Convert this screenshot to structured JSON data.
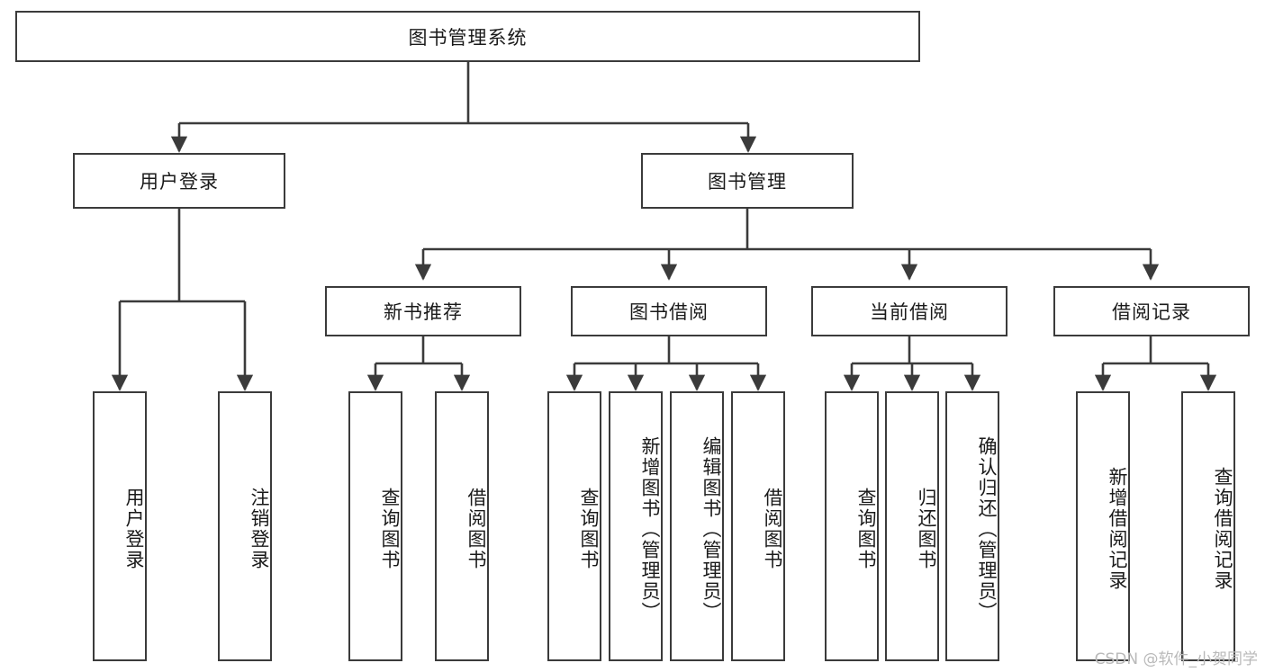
{
  "diagram": {
    "type": "tree-hierarchy",
    "title": "图书管理系统",
    "watermark": "CSDN @软件_小贺同学",
    "stroke_color": "#3b3b3b",
    "fill_color": "#ffffff",
    "text_color": "#1a1a1a",
    "nodes": {
      "root": {
        "label": "图书管理系统",
        "level": 1,
        "orientation": "horizontal"
      },
      "l2": [
        {
          "id": "user-login",
          "label": "用户登录",
          "level": 2,
          "orientation": "horizontal"
        },
        {
          "id": "book-manage",
          "label": "图书管理",
          "level": 2,
          "orientation": "horizontal"
        }
      ],
      "l3": [
        {
          "id": "new-book-recommend",
          "label": "新书推荐",
          "level": 3,
          "orientation": "horizontal"
        },
        {
          "id": "book-borrow",
          "label": "图书借阅",
          "level": 3,
          "orientation": "horizontal"
        },
        {
          "id": "current-borrow",
          "label": "当前借阅",
          "level": 3,
          "orientation": "horizontal"
        },
        {
          "id": "borrow-record",
          "label": "借阅记录",
          "level": 3,
          "orientation": "horizontal"
        }
      ],
      "leaves": [
        {
          "id": "leaf-user-login",
          "label": "用户登录",
          "parent": "user-login",
          "orientation": "vertical"
        },
        {
          "id": "leaf-user-logout",
          "label": "注销登录",
          "parent": "user-login",
          "orientation": "vertical"
        },
        {
          "id": "leaf-query-book-1",
          "label": "查询图书",
          "parent": "new-book-recommend",
          "orientation": "vertical"
        },
        {
          "id": "leaf-borrow-book-1",
          "label": "借阅图书",
          "parent": "new-book-recommend",
          "orientation": "vertical"
        },
        {
          "id": "leaf-query-book-2",
          "label": "查询图书",
          "parent": "book-borrow",
          "orientation": "vertical"
        },
        {
          "id": "leaf-add-book",
          "label": "新增图书（管理员）",
          "parent": "book-borrow",
          "orientation": "vertical"
        },
        {
          "id": "leaf-edit-book",
          "label": "编辑图书（管理员）",
          "parent": "book-borrow",
          "orientation": "vertical"
        },
        {
          "id": "leaf-borrow-book-2",
          "label": "借阅图书",
          "parent": "book-borrow",
          "orientation": "vertical"
        },
        {
          "id": "leaf-query-book-3",
          "label": "查询图书",
          "parent": "current-borrow",
          "orientation": "vertical"
        },
        {
          "id": "leaf-return-book",
          "label": "归还图书",
          "parent": "current-borrow",
          "orientation": "vertical"
        },
        {
          "id": "leaf-confirm-return",
          "label": "确认归还（管理员）",
          "parent": "current-borrow",
          "orientation": "vertical"
        },
        {
          "id": "leaf-add-record",
          "label": "新增借阅记录",
          "parent": "borrow-record",
          "orientation": "vertical"
        },
        {
          "id": "leaf-query-record",
          "label": "查询借阅记录",
          "parent": "borrow-record",
          "orientation": "vertical"
        }
      ]
    },
    "edges": [
      {
        "from": "图书管理系统",
        "to": "用户登录"
      },
      {
        "from": "图书管理系统",
        "to": "图书管理"
      },
      {
        "from": "用户登录",
        "to": "用户登录"
      },
      {
        "from": "用户登录",
        "to": "注销登录"
      },
      {
        "from": "图书管理",
        "to": "新书推荐"
      },
      {
        "from": "图书管理",
        "to": "图书借阅"
      },
      {
        "from": "图书管理",
        "to": "当前借阅"
      },
      {
        "from": "图书管理",
        "to": "借阅记录"
      },
      {
        "from": "新书推荐",
        "to": "查询图书"
      },
      {
        "from": "新书推荐",
        "to": "借阅图书"
      },
      {
        "from": "图书借阅",
        "to": "查询图书"
      },
      {
        "from": "图书借阅",
        "to": "新增图书（管理员）"
      },
      {
        "from": "图书借阅",
        "to": "编辑图书（管理员）"
      },
      {
        "from": "图书借阅",
        "to": "借阅图书"
      },
      {
        "from": "当前借阅",
        "to": "查询图书"
      },
      {
        "from": "当前借阅",
        "to": "归还图书"
      },
      {
        "from": "当前借阅",
        "to": "确认归还（管理员）"
      },
      {
        "from": "借阅记录",
        "to": "新增借阅记录"
      },
      {
        "from": "借阅记录",
        "to": "查询借阅记录"
      }
    ]
  }
}
